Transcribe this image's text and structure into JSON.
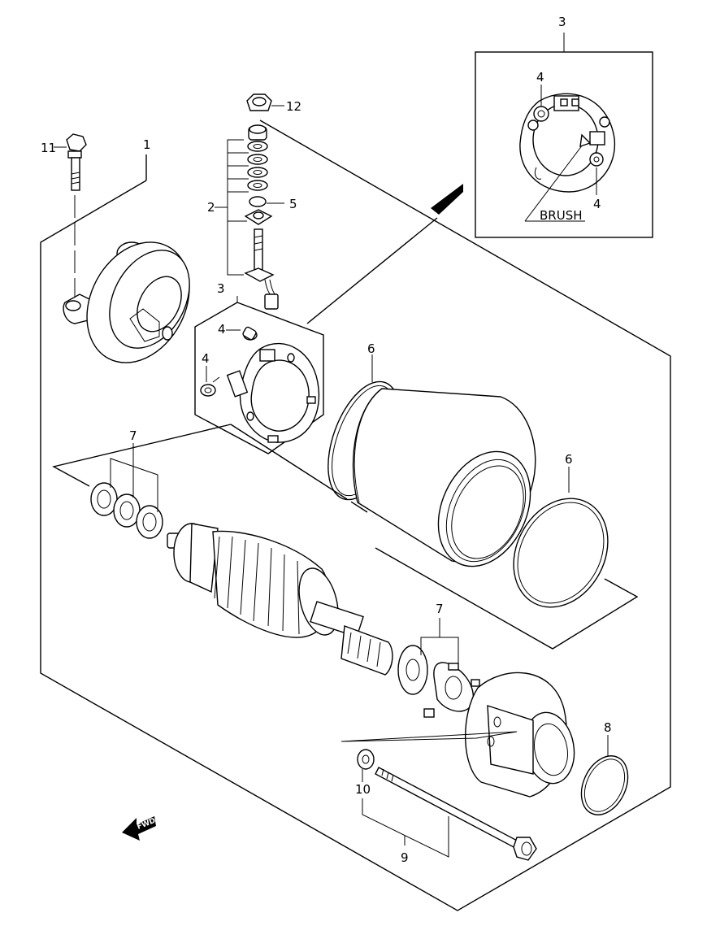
{
  "diagram": {
    "labels": {
      "motor_assy": "1",
      "brush_holder_kit": "2",
      "brush_holder_main": "3",
      "brush_holder_inset": "3",
      "screw_inset_top": "4",
      "screw_inset_bottom": "4",
      "screw_main_top": "4",
      "screw_main_left": "4",
      "washer_5": "5",
      "oring_top": "6",
      "oring_right": "6",
      "washer_set_left": "7",
      "washer_set_right": "7",
      "oring_8": "8",
      "bolt_kit": "9",
      "washer_10": "10",
      "bolt_11": "11",
      "nut_12": "12"
    },
    "inset_text": "BRUSH",
    "fwd_text": "FWD",
    "colors": {
      "line": "#000000",
      "background": "#ffffff"
    }
  }
}
